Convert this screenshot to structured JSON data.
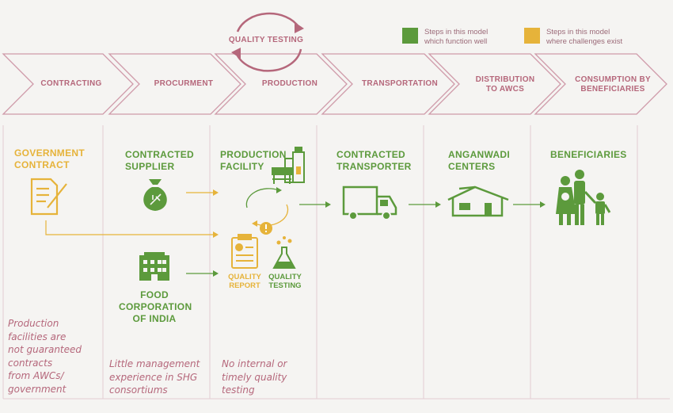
{
  "legend": [
    {
      "text_line1": "Steps in this model",
      "text_line2": "which function well",
      "color": "#5c9a3c"
    },
    {
      "text_line1": "Steps in this model",
      "text_line2": "where challenges exist",
      "color": "#e6b33a"
    }
  ],
  "cycle_label": "QUALITY TESTING",
  "stages": [
    {
      "line1": "CONTRACTING",
      "line2": ""
    },
    {
      "line1": "PROCURMENT",
      "line2": ""
    },
    {
      "line1": "PRODUCTION",
      "line2": ""
    },
    {
      "line1": "TRANSPORTATION",
      "line2": ""
    },
    {
      "line1": "DISTRIBUTION",
      "line2": "TO AWCS"
    },
    {
      "line1": "CONSUMPTION BY",
      "line2": "BENEFICIARIES"
    }
  ],
  "actors": {
    "government": {
      "line1": "GOVERNMENT",
      "line2": "CONTRACT"
    },
    "supplier": {
      "line1": "CONTRACTED",
      "line2": "SUPPLIER"
    },
    "facility": {
      "line1": "PRODUCTION",
      "line2": "FACILITY"
    },
    "transporter": {
      "line1": "CONTRACTED",
      "line2": "TRANSPORTER"
    },
    "anganwadi": {
      "line1": "ANGANWADI",
      "line2": "CENTERS"
    },
    "beneficiaries": {
      "line1": "BENEFICIARIES"
    },
    "fci": {
      "line1": "FOOD",
      "line2": "CORPORATION",
      "line3": "OF INDIA"
    }
  },
  "sub_labels": {
    "quality_report": {
      "line1": "QUALITY",
      "line2": "REPORT"
    },
    "quality_testing": {
      "line1": "QUALITY",
      "line2": "TESTING"
    }
  },
  "notes": {
    "contracting": [
      "Production",
      "facilities are",
      "not guaranteed",
      "contracts",
      "from AWCs/",
      "government"
    ],
    "procurement": [
      "Little management",
      "experience in SHG",
      "consortiums"
    ],
    "production": [
      "No internal or",
      "timely quality",
      "testing"
    ]
  },
  "colors": {
    "green": "#5c9a3c",
    "yellow": "#e6b33a",
    "rose": "#b5677b",
    "line": "#dcc3ca"
  }
}
